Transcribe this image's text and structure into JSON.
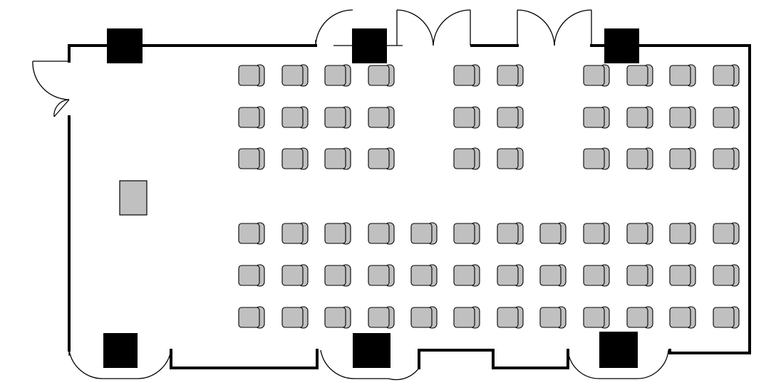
{
  "colors": {
    "background": "#ffffff",
    "wall": "#000000",
    "column": "#000000",
    "furniture_fill": "#c0c0c0",
    "furniture_outline": "#000000"
  },
  "plan": {
    "type": "room-floor-plan",
    "seating": {
      "front_block": {
        "rows": 3,
        "chairs_per_row": 10,
        "column_groups": [
          4,
          2,
          4
        ]
      },
      "rear_block": {
        "rows": 3,
        "chairs_per_row": 12
      },
      "total_chairs": 66
    },
    "columns": 6,
    "doors": 8,
    "podium": 1
  }
}
